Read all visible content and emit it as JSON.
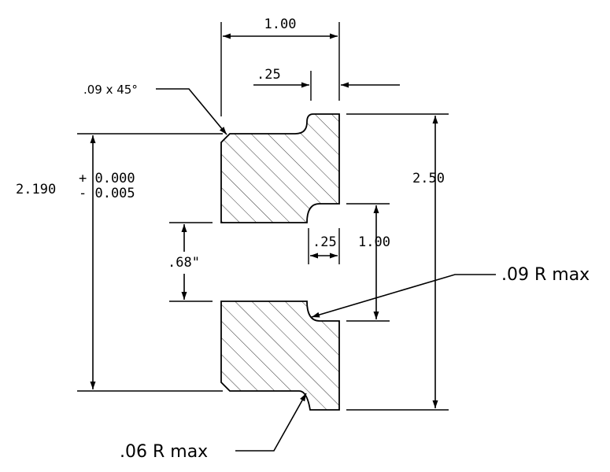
{
  "dimensions": {
    "top_width": "1.00",
    "step_width_top": ".25",
    "chamfer": ".09 x 45°",
    "overall_height": "2.190",
    "tolerance_plus": "+ 0.000",
    "tolerance_minus": "- 0.005",
    "flange_height": "2.50",
    "gap": ".68\"",
    "step_width_mid": ".25",
    "bore_height": "1.00",
    "radius_upper": ".09 R max",
    "radius_lower": ".06 R max"
  },
  "colors": {
    "line": "#000000",
    "background": "#ffffff"
  }
}
